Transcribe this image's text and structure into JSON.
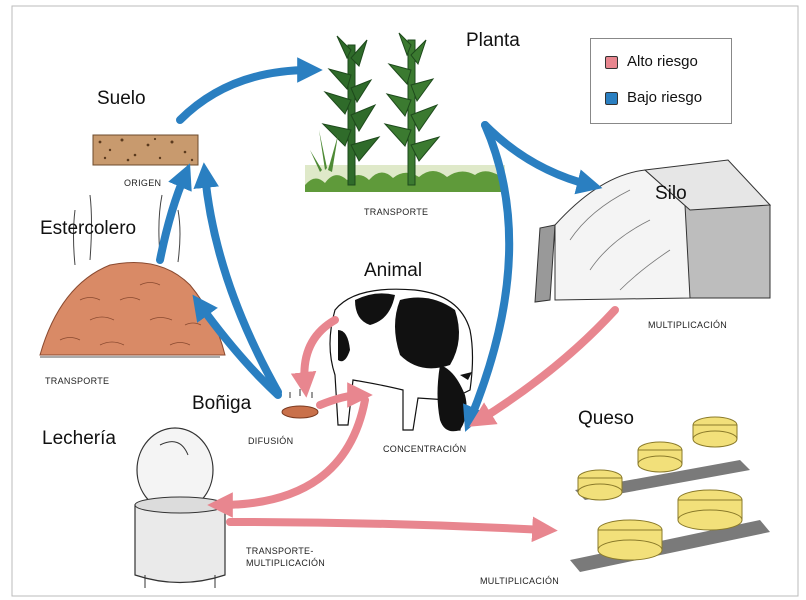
{
  "legend": {
    "high": {
      "label": "Alto riesgo",
      "color": "#e8868f"
    },
    "low": {
      "label": "Bajo riesgo",
      "color": "#2a7fc1"
    }
  },
  "nodes": {
    "planta": "Planta",
    "suelo": "Suelo",
    "estercolero": "Estercolero",
    "animal": "Animal",
    "silo": "Silo",
    "boniga": "Boñiga",
    "lecheria": "Lechería",
    "queso": "Queso"
  },
  "captions": {
    "origen": "ORIGEN",
    "transporte_planta": "TRANSPORTE",
    "transporte_estercolero": "TRANSPORTE",
    "multiplicacion_silo": "MULTIPLICACIÓN",
    "difusion": "DIFUSIÓN",
    "concentracion": "CONCENTRACIÓN",
    "transporte_multiplicacion_1": "TRANSPORTE-",
    "transporte_multiplicacion_2": "MULTIPLICACIÓN",
    "multiplicacion_queso": "MULTIPLICACIÓN"
  }
}
